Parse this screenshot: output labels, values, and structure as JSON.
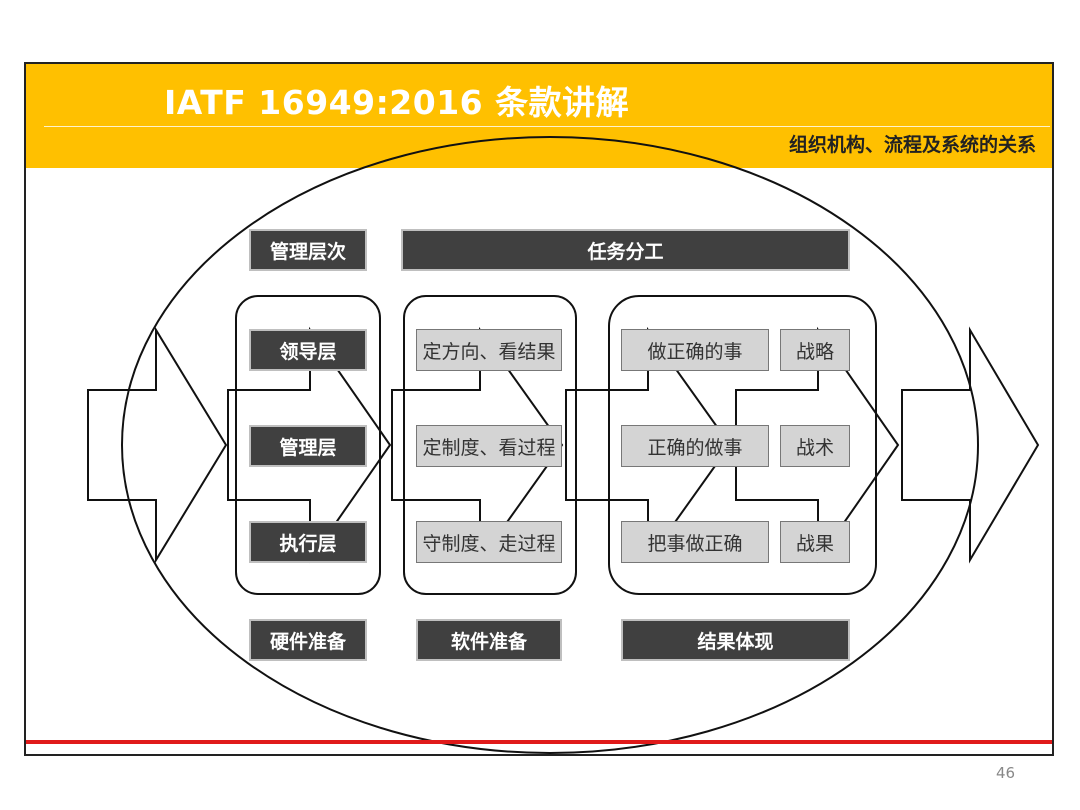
{
  "slide": {
    "title": "IATF 16949:2016 条款讲解",
    "subtitle": "组织机构、流程及系统的关系",
    "page_number": "46"
  },
  "diagram": {
    "headers": {
      "management_levels": "管理层次",
      "task_division": "任务分工"
    },
    "levels": [
      "领导层",
      "管理层",
      "执行层"
    ],
    "duties": [
      "定方向、看结果",
      "定制度、看过程",
      "守制度、走过程"
    ],
    "results": [
      "做正确的事",
      "正确的做事",
      "把事做正确"
    ],
    "strategy": [
      "战略",
      "战术",
      "战果"
    ],
    "footers": {
      "hardware": "硬件准备",
      "software": "软件准备",
      "outcome": "结果体现"
    }
  },
  "colors": {
    "header_band": "#FFC000",
    "dark_box": "#404040",
    "light_box": "#D4D4D4",
    "footer_line": "#E01A1A"
  }
}
